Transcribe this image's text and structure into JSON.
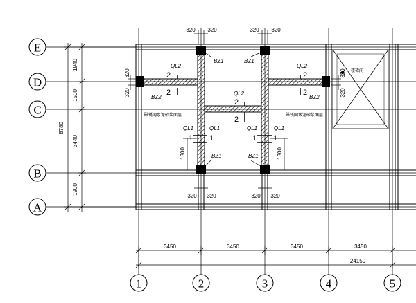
{
  "axes": {
    "rows": [
      "E",
      "D",
      "C",
      "B",
      "A"
    ],
    "cols": [
      "1",
      "2",
      "3",
      "4",
      "5"
    ]
  },
  "dims": {
    "left": [
      "1940",
      "1500",
      "3440",
      "1900"
    ],
    "left_total": "8780",
    "bottom": [
      "3450",
      "3450",
      "3450",
      "3450"
    ],
    "bottom_total": "24150",
    "col_width": "320"
  },
  "labels": {
    "ql1": "QL1",
    "ql2": "QL2",
    "bz1": "BZ1",
    "bz2": "BZ2",
    "sec1": "1",
    "sec2": "2",
    "dim_1300": "1300",
    "note_left": "磁锈网水泥砂浆面层",
    "note_right": "磁锈网水泥砂浆面层",
    "stair": "楼梯间"
  }
}
